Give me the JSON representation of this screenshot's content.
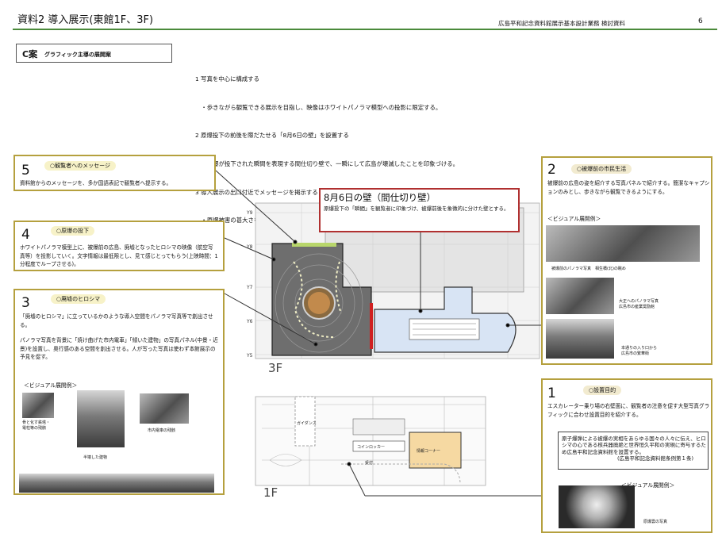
{
  "header": {
    "title": "資料2 導入展示(東館1F、3F)",
    "subtitle": "広島平和記念資料館展示基本設計業務 検討資料",
    "page": "6"
  },
  "plan": {
    "name": "C案",
    "description": "グラフィック主導の展開案"
  },
  "intro": [
    "1 写真を中心に構成する",
    "　・歩きながら観覧できる展示を目指し、映像はホワイトパノラマ模型への投影に限定する。",
    "2 原爆投下の前後を際だたせる「8月6日の壁」を設置する",
    "　・原爆が投下された瞬間を表現する間仕切り壁で、一瞬にして広島が壊滅したことを印象づける。",
    "3 導入展示の出口付近でメッセージを掲示する",
    "　・原爆被害の甚大さを感じとってもらい、またメッセージをきちんと認識してもらう。"
  ],
  "sections": {
    "s5": {
      "num": "5",
      "title": "○観覧者へのメッセージ",
      "body": "資料館からのメッセージを、多か国語表記で観覧者へ提示する。"
    },
    "s4": {
      "num": "4",
      "title": "○原爆の投下",
      "body": "ホワイトパノラマ模型上に、被爆前の広島、廃墟となったヒロシマの映像（航空写真等）を投影していく。文字情報は最低限とし、見て感じとってもらう(上映時間：1分程度でループさせる)。"
    },
    "s3": {
      "num": "3",
      "title": "○廃墟のヒロシマ",
      "body1": "「廃墟のヒロシマ」に立っているかのような導入空間をパノラマ写真等で創出させる。",
      "body2": "パノラマ写真を背景に「焼け曲げた市内電車」「傾いた建物」の写真パネル(中景・近景)を設置し、奥行感のある空間を創出させる。人が写った写真は使わず本館展示の予見を促す。",
      "visual_label": "＜ビジュアル展開例＞",
      "captions": [
        "骨と化す鉄塔・\n電柱等の残骸",
        "半壊した建物",
        "市内電車の残骸"
      ]
    },
    "s2": {
      "num": "2",
      "title": "○被爆前の市民生活",
      "body": "被爆前の広島の姿を紹介する写真パネルで紹介する。簡潔なキャプションのみとし、歩きながら観覧できるようにする。",
      "visual_label": "＜ビジュアル展開例＞",
      "captions": [
        "被爆前のパノラマ写真　相生橋(北)の眺め",
        "大正へのパノラマ写真\n広島市の産業奨励館",
        "本通りの入り口から\n広島市の繁華街"
      ]
    },
    "s1": {
      "num": "1",
      "title": "○設置目的",
      "body": "エスカレーター乗り場の右壁面に、観覧者の注意を促す大型写真グラフィックに合わせ設置目的を紹介する。",
      "mission": "原子爆弾による被爆の実相をあらゆる国々の人々に伝え、ヒロシマの心である核兵器廃絶と世界恒久平和の実現に寄与するため広島平和記念資料館を設置する。",
      "mission_note": "(広島平和記念資料館条例第１条)",
      "visual_label": "＜ビジュアル展開例＞",
      "caption": "原爆雲の写真"
    }
  },
  "callout": {
    "title": "8月6日の壁（間仕切り壁）",
    "body": "原爆投下の「瞬間」を観覧者に印象づけ、被爆前後を象徴的に分けた壁とする。"
  },
  "floors": {
    "upper": "3F",
    "lower": "1F",
    "grid": [
      "Y9",
      "Y8",
      "Y7",
      "Y6",
      "Y5"
    ],
    "labels": [
      "ガイダンス",
      "コインロッカー",
      "情報コーナー",
      "受付"
    ]
  }
}
